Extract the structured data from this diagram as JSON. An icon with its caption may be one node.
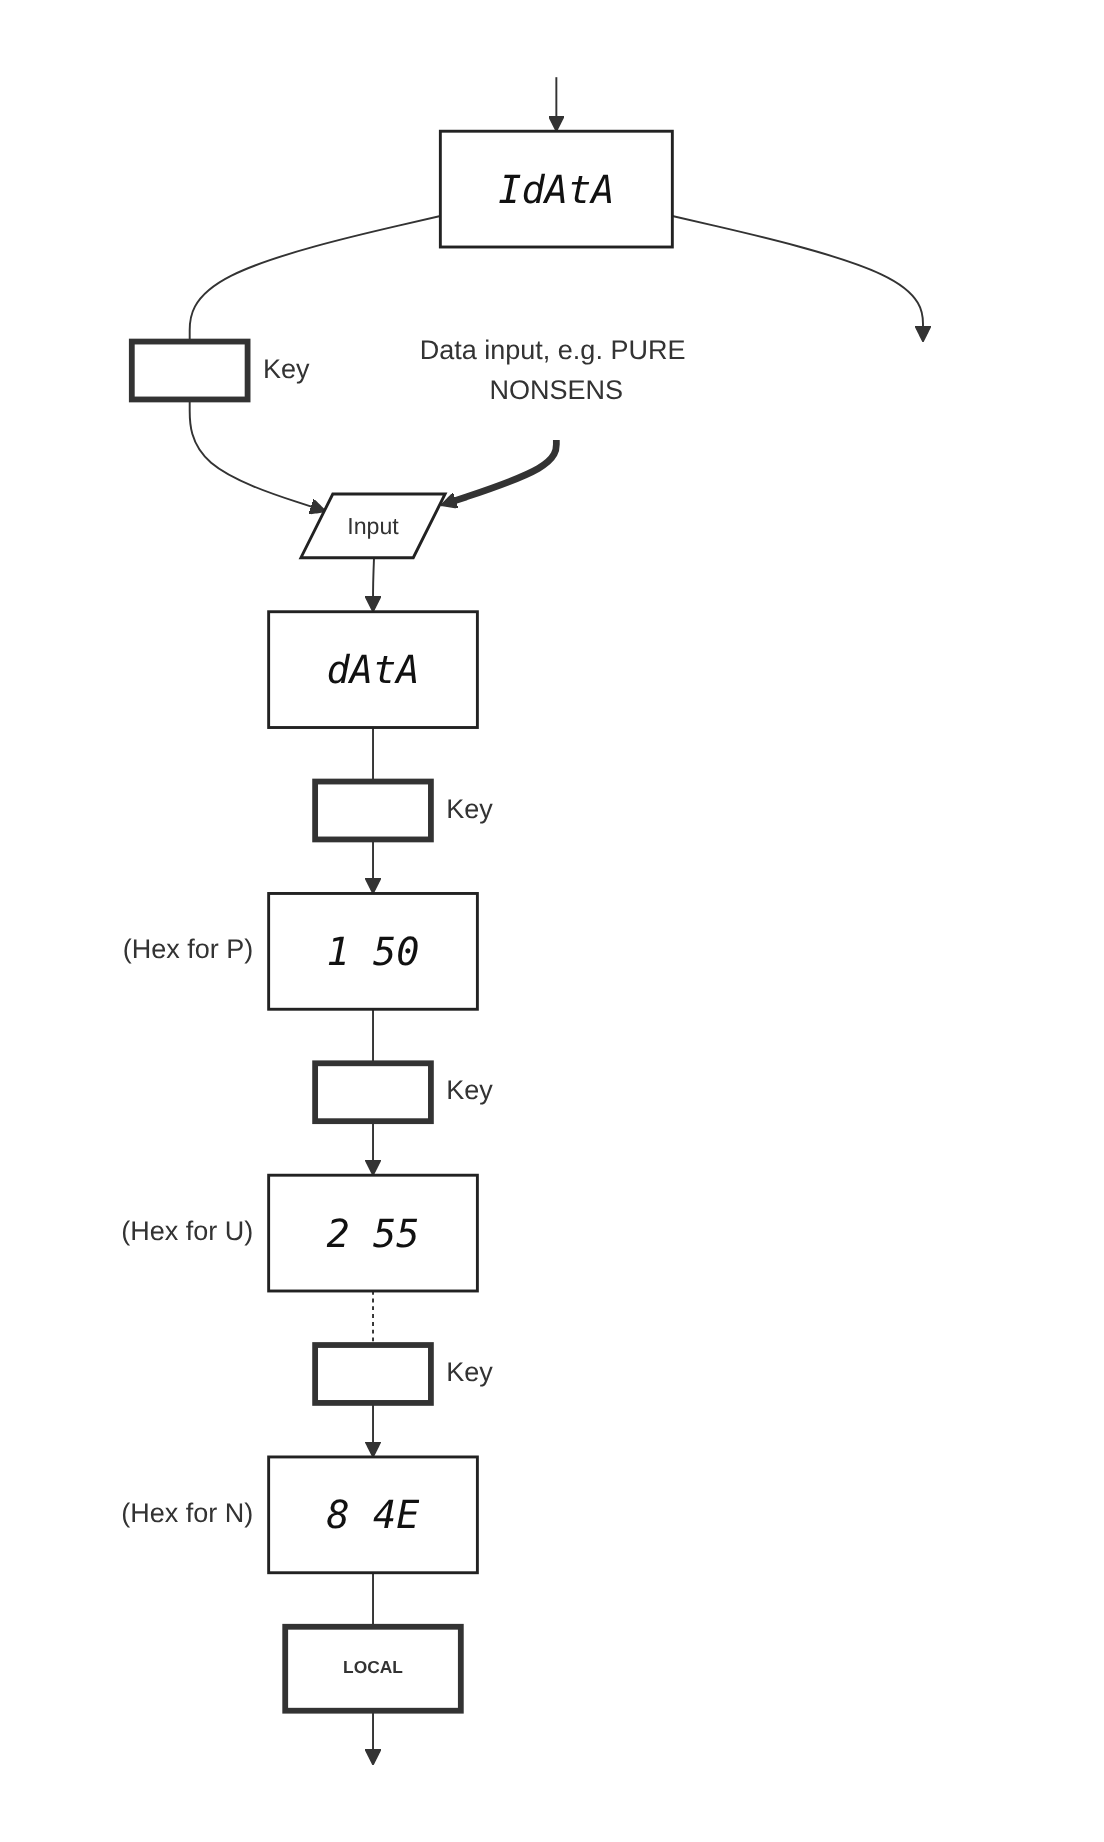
{
  "diagram": {
    "nodes": [
      {
        "text": [
          "IdAtA"
        ]
      },
      {
        "text": [],
        "shape": "box",
        "beside": [
          "Key"
        ]
      },
      {
        "text": [
          "Data input, e.g. PURE NONSENS"
        ]
      },
      {
        "text": [
          "Input"
        ]
      },
      {
        "text": [
          "dAtA"
        ]
      },
      {
        "text": [],
        "shape": "box",
        "beside": [
          "Key"
        ]
      },
      {
        "text": [
          "1 50"
        ],
        "beside": [
          "(Hex for P)"
        ]
      },
      {
        "text": [],
        "shape": "box",
        "beside": [
          "Key"
        ]
      },
      {
        "text": [
          "2 55"
        ],
        "beside": [
          "(Hex for U)"
        ]
      },
      {
        "text": [],
        "shape": "box",
        "beside": [
          "Key"
        ]
      },
      {
        "text": [
          "8 4E"
        ],
        "beside": [
          "(Hex for N)"
        ]
      },
      {
        "text": [
          "LOCAL"
        ]
      }
    ],
    "edges": [
      {
        "from": null,
        "to": 0,
        "arrow": "to"
      },
      {
        "from": 0,
        "to": null,
        "arrow": "to"
      },
      {
        "from": 0,
        "to": 1,
        "arrow": "none"
      },
      {
        "from": 1,
        "to": 3,
        "arrow": "to"
      },
      {
        "from": 2,
        "to": 3,
        "arrow": "to",
        "style": "thick"
      },
      {
        "from": 3,
        "to": 4,
        "arrow": "to"
      },
      {
        "from": 4,
        "to": 5,
        "arrow": "none"
      },
      {
        "from": 5,
        "to": 6,
        "arrow": "to"
      },
      {
        "from": 6,
        "to": 7,
        "arrow": "none"
      },
      {
        "from": 7,
        "to": 8,
        "arrow": "to"
      },
      {
        "from": 8,
        "to": 9,
        "arrow": "none",
        "style": "dashed"
      },
      {
        "from": 9,
        "to": 10,
        "arrow": "to"
      },
      {
        "from": 10,
        "to": 11,
        "arrow": "none"
      },
      {
        "from": 11,
        "to": null,
        "arrow": "to"
      }
    ]
  }
}
